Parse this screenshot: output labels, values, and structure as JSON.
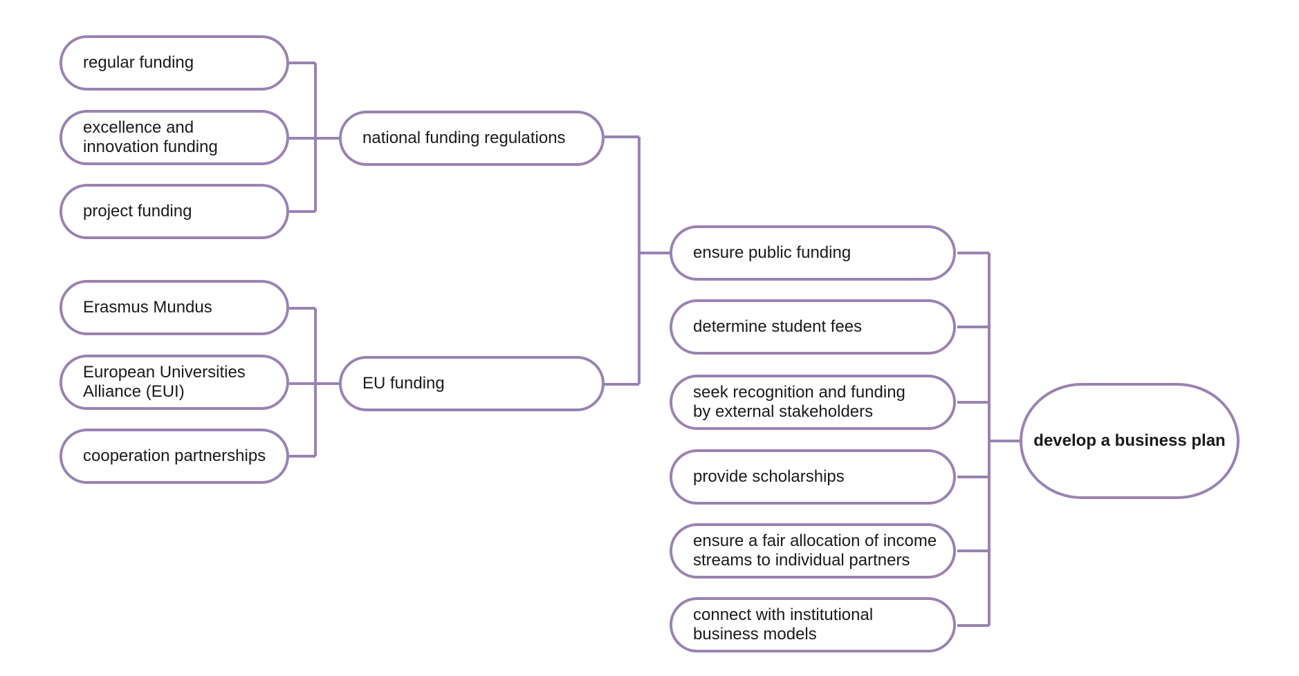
{
  "diagram": {
    "line_color": "#9a82b3",
    "root": {
      "label": "develop a business plan"
    },
    "branches": [
      {
        "id": "public",
        "label": "ensure public funding"
      },
      {
        "id": "fees",
        "label": "determine student fees"
      },
      {
        "id": "external",
        "label": "seek recognition and funding\nby external stakeholders"
      },
      {
        "id": "scholarships",
        "label": "provide scholarships"
      },
      {
        "id": "allocation",
        "label": "ensure a fair allocation of income\nstreams to individual partners"
      },
      {
        "id": "institutional",
        "label": "connect with institutional\nbusiness models"
      }
    ],
    "sub_branches": [
      {
        "id": "national",
        "label": "national funding regulations"
      },
      {
        "id": "eu",
        "label": "EU funding"
      }
    ],
    "leaves": [
      {
        "id": "regular",
        "label": "regular funding"
      },
      {
        "id": "excellence",
        "label": "excellence and\ninnovation funding"
      },
      {
        "id": "project",
        "label": "project funding"
      },
      {
        "id": "erasmus",
        "label": "Erasmus Mundus"
      },
      {
        "id": "eui",
        "label": "European Universities\nAlliance (EUI)"
      },
      {
        "id": "cooperation",
        "label": "cooperation partnerships"
      }
    ]
  }
}
